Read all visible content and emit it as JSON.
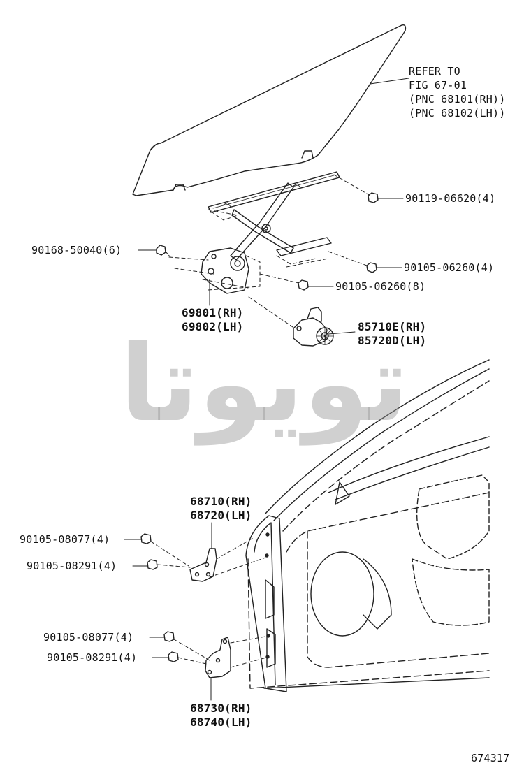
{
  "note": {
    "lines": [
      "REFER TO",
      "FIG 67-01",
      "(PNC 68101(RH))",
      "(PNC 68102(LH))"
    ]
  },
  "callouts": {
    "bolt_90119_06620": "90119-06620(4)",
    "bolt_90168_50040": "90168-50040(6)",
    "bolt_90105_06260_a": "90105-06260(4)",
    "bolt_90105_06260_b": "90105-06260(8)",
    "regulator": [
      "69801(RH)",
      "69802(LH)"
    ],
    "motor": [
      "85710E(RH)",
      "85720D(LH)"
    ],
    "upper_hinge": [
      "68710(RH)",
      "68720(LH)"
    ],
    "upper_bolt_08077": "90105-08077(4)",
    "upper_bolt_08291": "90105-08291(4)",
    "lower_bolt_08077": "90105-08077(4)",
    "lower_bolt_08291": "90105-08291(4)",
    "lower_hinge": [
      "68730(RH)",
      "68740(LH)"
    ]
  },
  "watermark": "تویوتا",
  "figure_number": "674317"
}
